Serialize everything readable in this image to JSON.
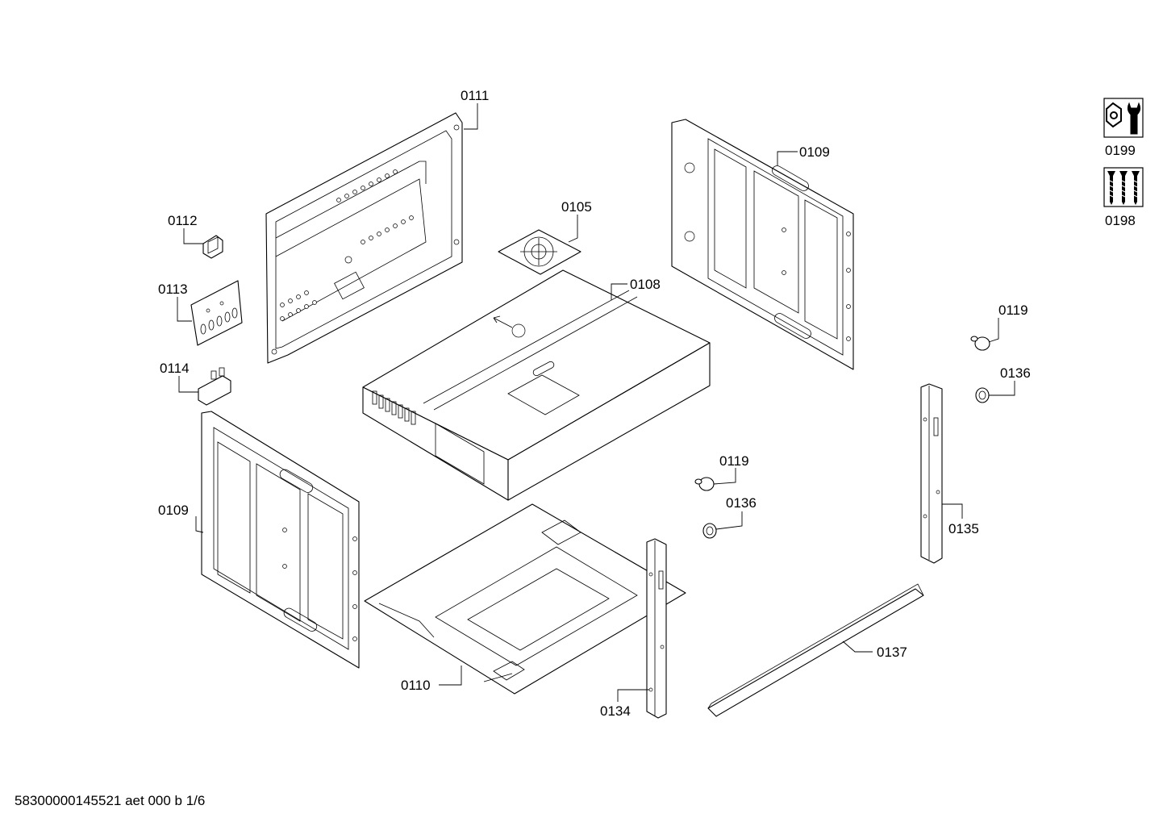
{
  "callouts": {
    "c0111": "0111",
    "c0109_top": "0109",
    "c0105": "0105",
    "c0108": "0108",
    "c0112": "0112",
    "c0113": "0113",
    "c0114": "0114",
    "c0119_right": "0119",
    "c0136_right": "0136",
    "c0109_left": "0109",
    "c0119_mid": "0119",
    "c0136_mid": "0136",
    "c0135": "0135",
    "c0137": "0137",
    "c0110": "0110",
    "c0134": "0134"
  },
  "legend": {
    "tools_label": "0199",
    "screws_label": "0198",
    "tools_icon": "wrench-nut-icon",
    "screws_icon": "screws-icon"
  },
  "footer": {
    "document_code": "58300000145521 aet 000 b 1/6"
  }
}
